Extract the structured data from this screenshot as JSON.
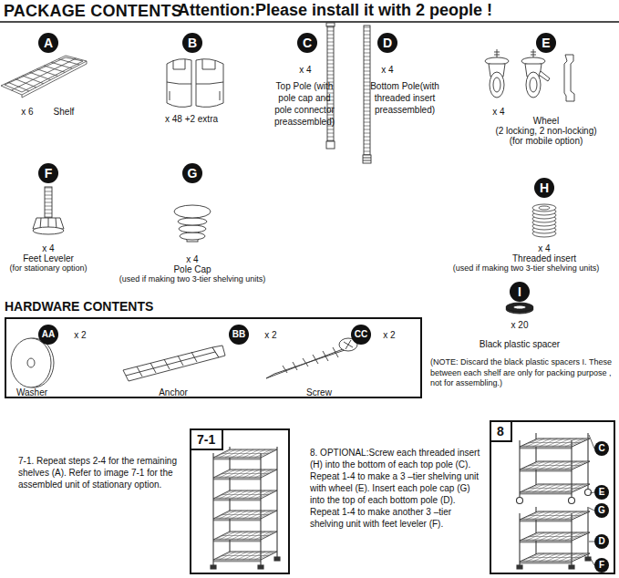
{
  "diagram": {
    "title": "PACKAGE CONTENTS",
    "nodes": [
      {
        "text": [
          "A"
        ]
      },
      {
        "text": [
          "B"
        ]
      },
      {
        "text": [
          "C"
        ]
      },
      {
        "text": [
          "D"
        ]
      },
      {
        "text": [
          "E"
        ]
      },
      {
        "text": [
          "F"
        ]
      },
      {
        "text": [
          "G"
        ]
      },
      {
        "text": [
          "H"
        ]
      },
      {
        "text": [
          "I"
        ]
      },
      {
        "text": [
          "HARDWARE CONTENTS"
        ]
      },
      {
        "text": [
          "AA"
        ],
        "in": 9
      },
      {
        "text": [
          "BB"
        ],
        "in": 9
      },
      {
        "text": [
          "CC"
        ],
        "in": 9
      },
      {
        "text": [
          "7-1"
        ]
      },
      {
        "text": [
          "8"
        ]
      },
      {
        "text": [
          "C"
        ],
        "in": 14
      },
      {
        "text": [
          "E"
        ],
        "in": 14
      },
      {
        "text": [
          "G"
        ],
        "in": 14
      },
      {
        "text": [
          "D"
        ],
        "in": 14
      },
      {
        "text": [
          "F"
        ],
        "in": 14
      }
    ],
    "labels": [
      "Attention:Please install it with 2 people !",
      "x 6",
      "Shelf",
      "x 48 +2 extra",
      "x 4",
      "Top Pole (with pole cap and pole connector preassembled)",
      "x 4",
      "Bottom Pole(with threaded insert preassembled)",
      "x 4",
      "Wheel",
      "(2 locking, 2 non-locking)",
      "(for mobile option)",
      "x 4",
      "Feet Leveler",
      "(for stationary option)",
      "x 4",
      "Pole Cap",
      "(used if making two 3-tier shelving units)",
      "x 4",
      "Threaded insert",
      "(used if making two 3-tier shelving units)",
      "x 20",
      "Black plastic spacer",
      "x 2",
      "Washer",
      "x 2",
      "Anchor",
      "x 2",
      "Screw",
      "(NOTE: Discard the black plastic spacers I. These between each shelf are only for packing purpose , not for assembling.)",
      "7-1. Repeat steps 2-4 for the remaining shelves (A). Refer to image 7-1 for the assembled unit of stationary option.",
      "8. OPTIONAL:Screw each threaded insert (H) into the bottom of each top pole (C). Repeat 1-4 to make a 3 –tier shelving unit with wheel (E). Insert each pole cap (G) into the top of each bottom pole (D). Repeat 1-4 to make another 3 –tier shelving unit with feet leveler (F)."
    ]
  }
}
